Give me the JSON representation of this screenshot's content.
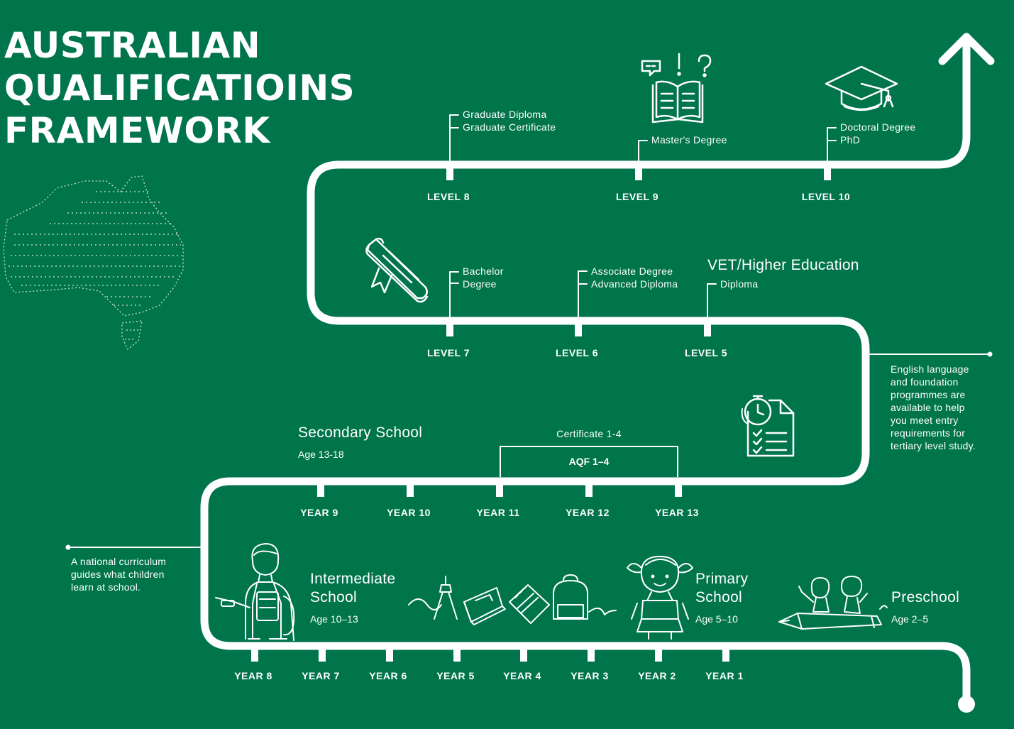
{
  "title": {
    "line1": "AUSTRALIAN",
    "line2": "QUALIFICATIOINS",
    "line3": "FRAMEWORK"
  },
  "levels_top": [
    {
      "label": "LEVEL 8",
      "qualifications": [
        "Graduate Diploma",
        "Graduate Certificate"
      ]
    },
    {
      "label": "LEVEL 9",
      "qualifications": [
        "Master's Degree"
      ]
    },
    {
      "label": "LEVEL 10",
      "qualifications": [
        "Doctoral Degree",
        "PhD"
      ]
    }
  ],
  "levels_mid": [
    {
      "label": "LEVEL 7",
      "qualifications": [
        "Bachelor",
        "Degree"
      ]
    },
    {
      "label": "LEVEL 6",
      "qualifications": [
        "Associate Degree",
        "Advanced Diploma"
      ]
    },
    {
      "label": "LEVEL 5",
      "qualifications": [
        "Diploma"
      ]
    }
  ],
  "vet_heading": "VET/Higher Education",
  "secondary": {
    "name": "Secondary School",
    "age": "Age 13-18"
  },
  "certificate": {
    "caption": "Certificate 1-4",
    "box_label": "AQF 1–4"
  },
  "secondary_years": [
    "YEAR 9",
    "YEAR 10",
    "YEAR 11",
    "YEAR 12",
    "YEAR 13"
  ],
  "primary_years": [
    "YEAR 8",
    "YEAR 7",
    "YEAR 6",
    "YEAR 5",
    "YEAR 4",
    "YEAR 3",
    "YEAR 2",
    "YEAR 1"
  ],
  "stages": {
    "intermediate": {
      "name_line1": "Intermediate",
      "name_line2": "School",
      "age": "Age 10–13"
    },
    "primary": {
      "name_line1": "Primary",
      "name_line2": "School",
      "age": "Age 5–10"
    },
    "preschool": {
      "name": "Preschool",
      "age": "Age 2–5"
    }
  },
  "notes": {
    "english": [
      "English language",
      "and foundation",
      "programmes are",
      "available to help",
      "you meet entry",
      "requirements for",
      "tertiary level study."
    ],
    "curriculum": [
      "A national curriculum",
      "guides what children",
      "learn at school."
    ]
  },
  "icons": [
    "australia-map-icon",
    "book-question-icon",
    "graduation-cap-icon",
    "diploma-scroll-icon",
    "clock-checklist-icon",
    "student-boy-icon",
    "school-supplies-icon",
    "girl-icon",
    "children-pencil-icon",
    "arrow-up-icon"
  ],
  "colors": {
    "background": "#00744a",
    "foreground": "#ffffff"
  }
}
